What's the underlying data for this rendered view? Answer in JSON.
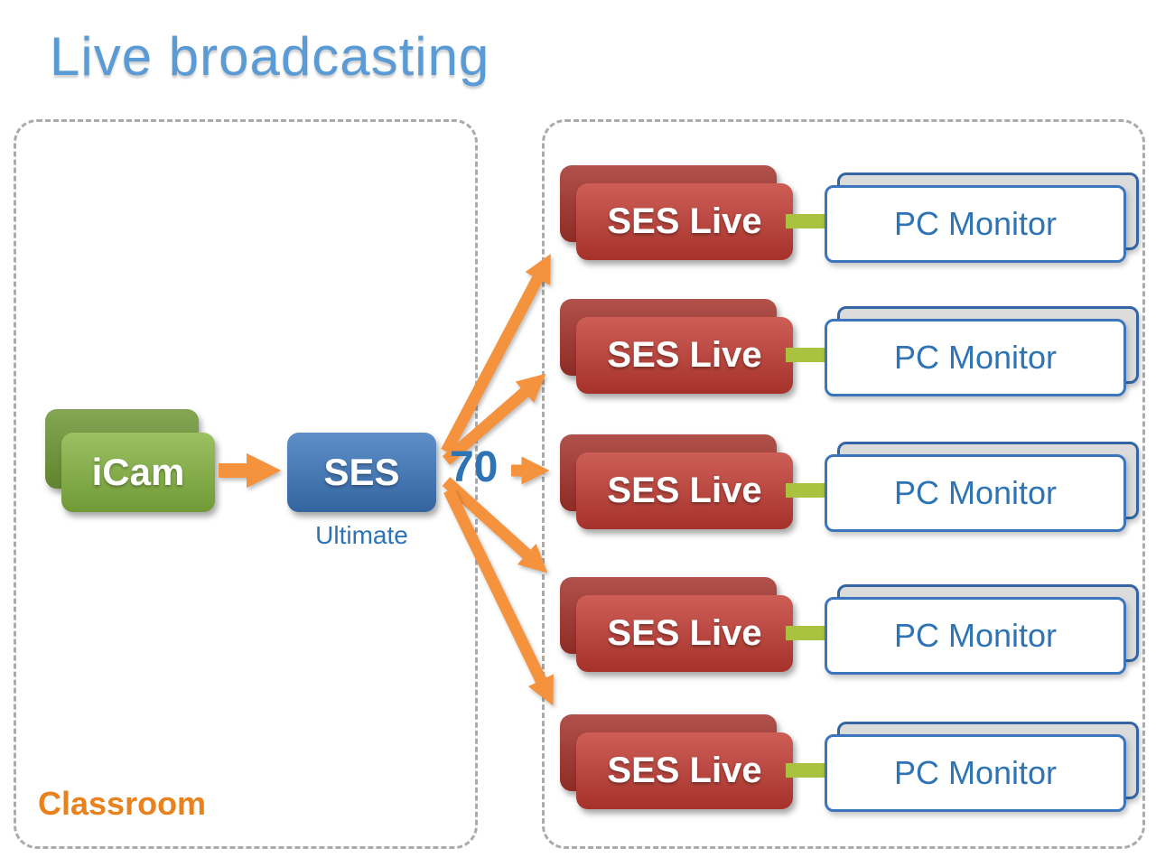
{
  "title": "Live broadcasting",
  "classroom": {
    "label": "Classroom",
    "camera_label": "iCam",
    "server_label": "SES",
    "server_sublabel": "Ultimate"
  },
  "stream_count": "70",
  "receivers": {
    "rows": [
      {
        "server": "SES Live",
        "client": "PC Monitor"
      },
      {
        "server": "SES Live",
        "client": "PC Monitor"
      },
      {
        "server": "SES Live",
        "client": "PC Monitor"
      },
      {
        "server": "SES Live",
        "client": "PC Monitor"
      },
      {
        "server": "SES Live",
        "client": "PC Monitor"
      }
    ]
  },
  "colors": {
    "title_blue": "#5B9BD5",
    "camera_green": "#84B440",
    "server_blue": "#3B76BC",
    "label_blue": "#2E74B5",
    "receiver_red": "#C23B32",
    "monitor_blue": "#3B76BC",
    "arrow_orange": "#F5923E",
    "connector_green": "#A9C23F",
    "classroom_orange": "#E8821E",
    "dashed_gray": "#ABABAB"
  }
}
